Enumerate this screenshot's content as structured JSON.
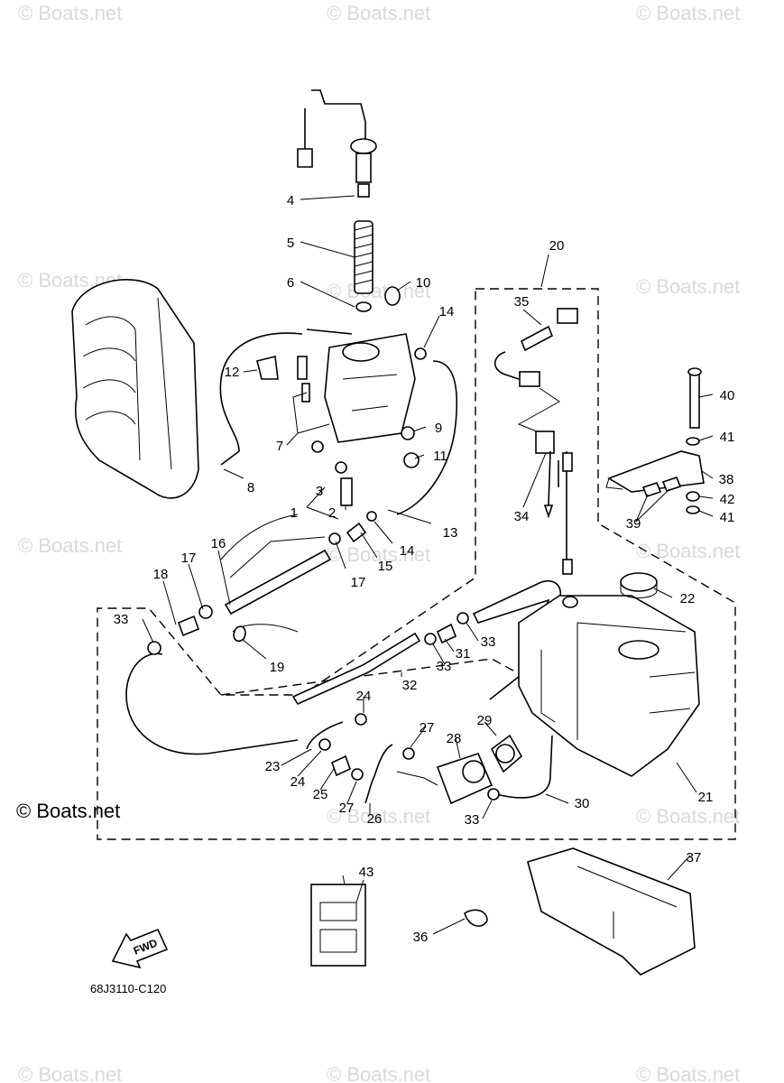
{
  "watermark_text": "© Boats.net",
  "brand_text": "© Boats.net",
  "diagram_code": "68J3110-C120",
  "fwd_label": "FWD",
  "callouts": [
    {
      "label": "1"
    },
    {
      "label": "2"
    },
    {
      "label": "3"
    },
    {
      "label": "4"
    },
    {
      "label": "5"
    },
    {
      "label": "6"
    },
    {
      "label": "7"
    },
    {
      "label": "8"
    },
    {
      "label": "9"
    },
    {
      "label": "10"
    },
    {
      "label": "11"
    },
    {
      "label": "12"
    },
    {
      "label": "13"
    },
    {
      "label": "14"
    },
    {
      "label": "14"
    },
    {
      "label": "15"
    },
    {
      "label": "16"
    },
    {
      "label": "17"
    },
    {
      "label": "17"
    },
    {
      "label": "18"
    },
    {
      "label": "19"
    },
    {
      "label": "20"
    },
    {
      "label": "21"
    },
    {
      "label": "22"
    },
    {
      "label": "23"
    },
    {
      "label": "24"
    },
    {
      "label": "24"
    },
    {
      "label": "25"
    },
    {
      "label": "26"
    },
    {
      "label": "27"
    },
    {
      "label": "27"
    },
    {
      "label": "28"
    },
    {
      "label": "29"
    },
    {
      "label": "30"
    },
    {
      "label": "31"
    },
    {
      "label": "32"
    },
    {
      "label": "33"
    },
    {
      "label": "33"
    },
    {
      "label": "33"
    },
    {
      "label": "33"
    },
    {
      "label": "34"
    },
    {
      "label": "35"
    },
    {
      "label": "36"
    },
    {
      "label": "37"
    },
    {
      "label": "38"
    },
    {
      "label": "39"
    },
    {
      "label": "40"
    },
    {
      "label": "41"
    },
    {
      "label": "41"
    },
    {
      "label": "42"
    },
    {
      "label": "43"
    }
  ]
}
